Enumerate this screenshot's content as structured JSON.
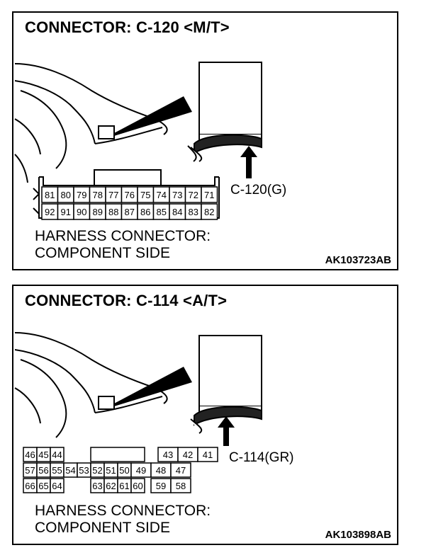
{
  "panels": [
    {
      "title": "CONNECTOR: C-120 <M/T>",
      "connector_label": "C-120(G)",
      "caption_line1": "HARNESS CONNECTOR:",
      "caption_line2": "COMPONENT SIDE",
      "figure_code": "AK103723AB",
      "pins_row1": [
        "81",
        "80",
        "79",
        "78",
        "77",
        "76",
        "75",
        "74",
        "73",
        "72",
        "71"
      ],
      "pins_row2": [
        "92",
        "91",
        "90",
        "89",
        "88",
        "87",
        "86",
        "85",
        "84",
        "83",
        "82"
      ]
    },
    {
      "title": "CONNECTOR: C-114 <A/T>",
      "connector_label": "C-114(GR)",
      "caption_line1": "HARNESS CONNECTOR:",
      "caption_line2": "COMPONENT SIDE",
      "figure_code": "AK103898AB",
      "pins_left_row1": [
        "46",
        "45",
        "44"
      ],
      "pins_row2": [
        "57",
        "56",
        "55",
        "54",
        "53",
        "52",
        "51",
        "50",
        "49",
        "48",
        "47"
      ],
      "pins_left_row3": [
        "66",
        "65",
        "64"
      ],
      "pins_mid_row3": [
        "63",
        "62",
        "61",
        "60"
      ],
      "pins_right_row1": [
        "43",
        "42",
        "41"
      ],
      "pins_right_row3": [
        "59",
        "58"
      ]
    }
  ]
}
